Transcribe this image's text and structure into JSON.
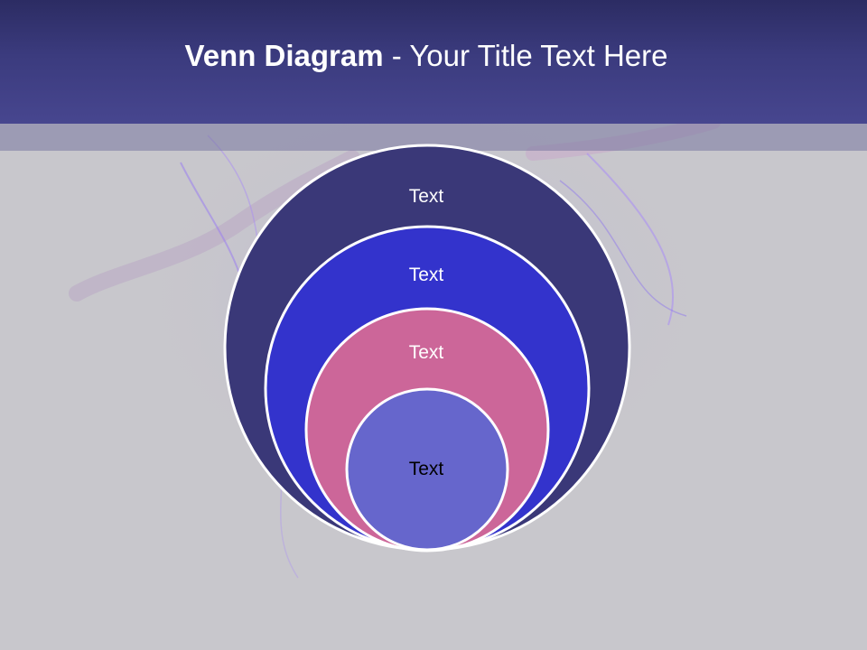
{
  "slide": {
    "title_bold": "Venn Diagram",
    "title_rest": " - Your Title Text Here"
  },
  "diagram": {
    "circles": [
      {
        "label": "Text",
        "fill": "#3a3878",
        "text_color": "#ffffff"
      },
      {
        "label": "Text",
        "fill": "#3333cc",
        "text_color": "#ffffff"
      },
      {
        "label": "Text",
        "fill": "#cc6699",
        "text_color": "#ffffff"
      },
      {
        "label": "Text",
        "fill": "#6666cc",
        "text_color": "#000000"
      }
    ]
  },
  "colors": {
    "title_bar": "#3b3b7e",
    "background": "#c8c7cc",
    "circle_stroke": "#ffffff"
  }
}
